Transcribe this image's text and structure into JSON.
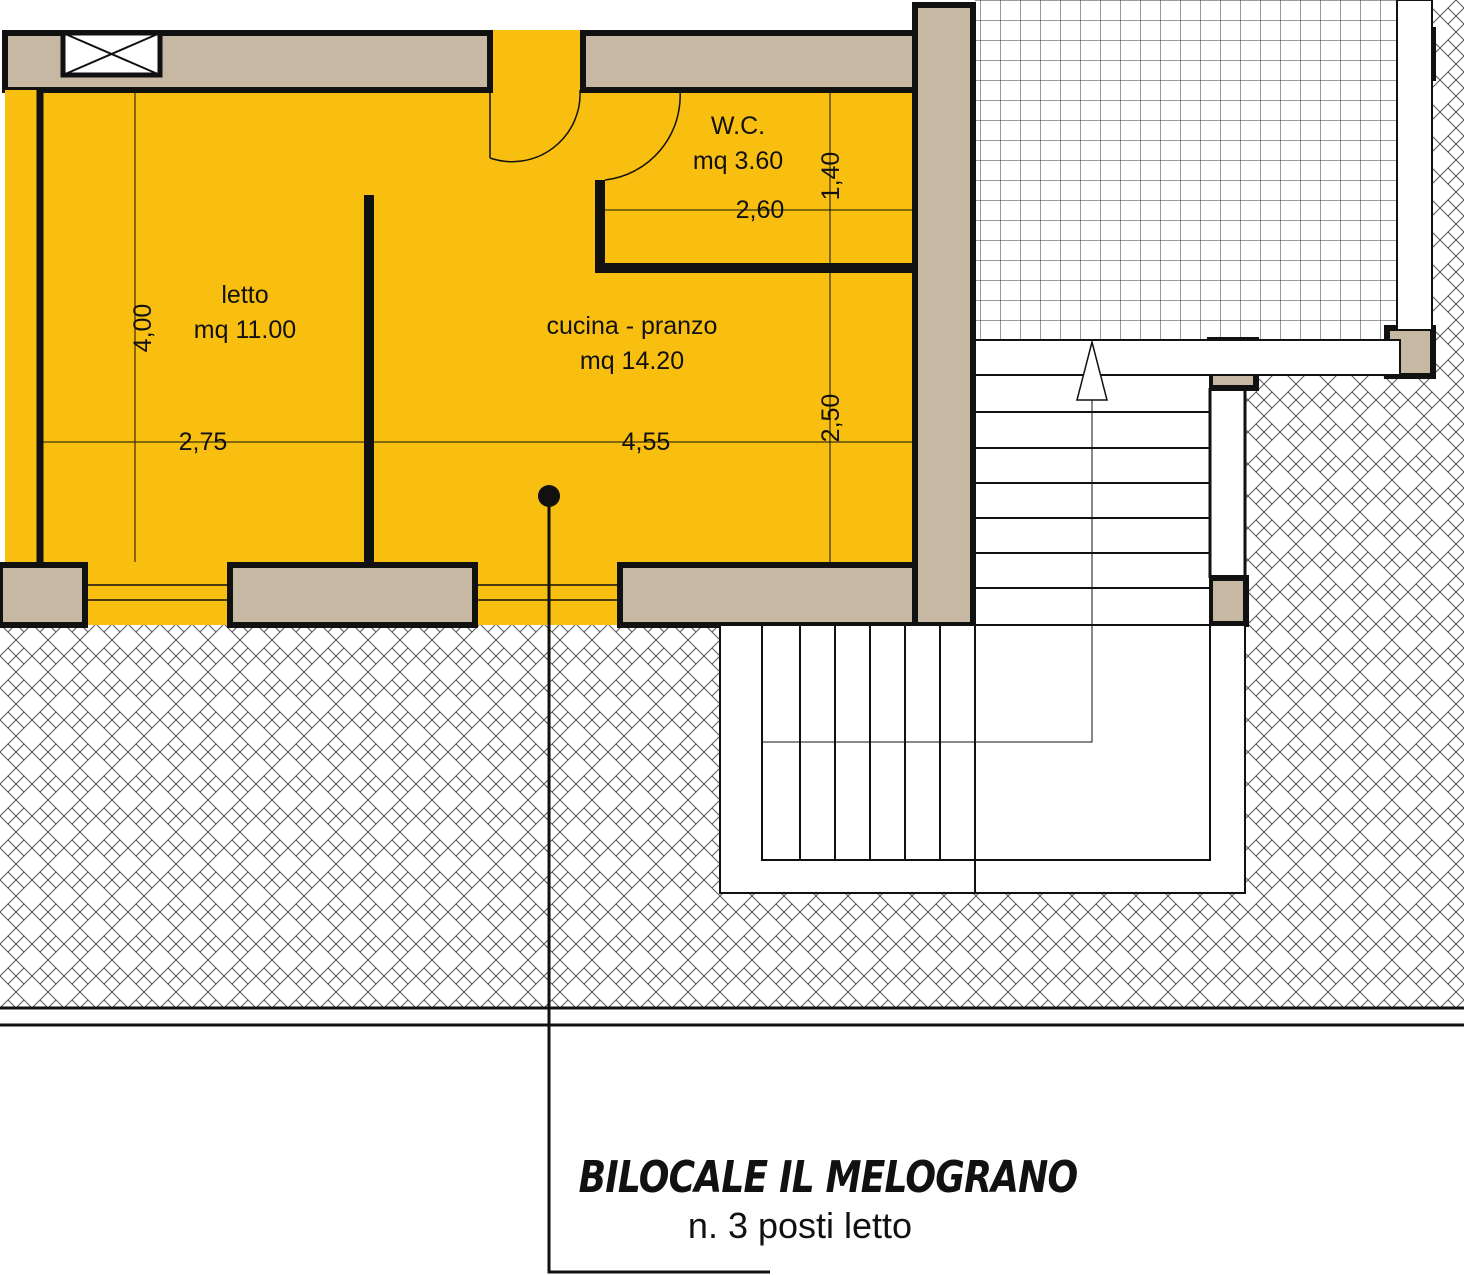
{
  "rooms": {
    "letto": {
      "name": "letto",
      "area": "mq 11.00"
    },
    "cucina": {
      "name": "cucina - pranzo",
      "area": "mq 14.20"
    },
    "wc": {
      "name": "W.C.",
      "area": "mq 3.60"
    }
  },
  "dimensions": {
    "letto_height": "4,00",
    "letto_width": "2,75",
    "cucina_width": "4,55",
    "cucina_depth": "2,50",
    "wc_depth": "1,40",
    "wc_width": "2,60"
  },
  "title_block": {
    "title": "BILOCALE IL MELOGRANO",
    "subtitle": "n. 3 posti letto"
  },
  "colors": {
    "floor_fill": "#F8BE10",
    "wall_fill": "#C7B8A3",
    "wall_outline": "#111111",
    "hatch": "#555555"
  }
}
